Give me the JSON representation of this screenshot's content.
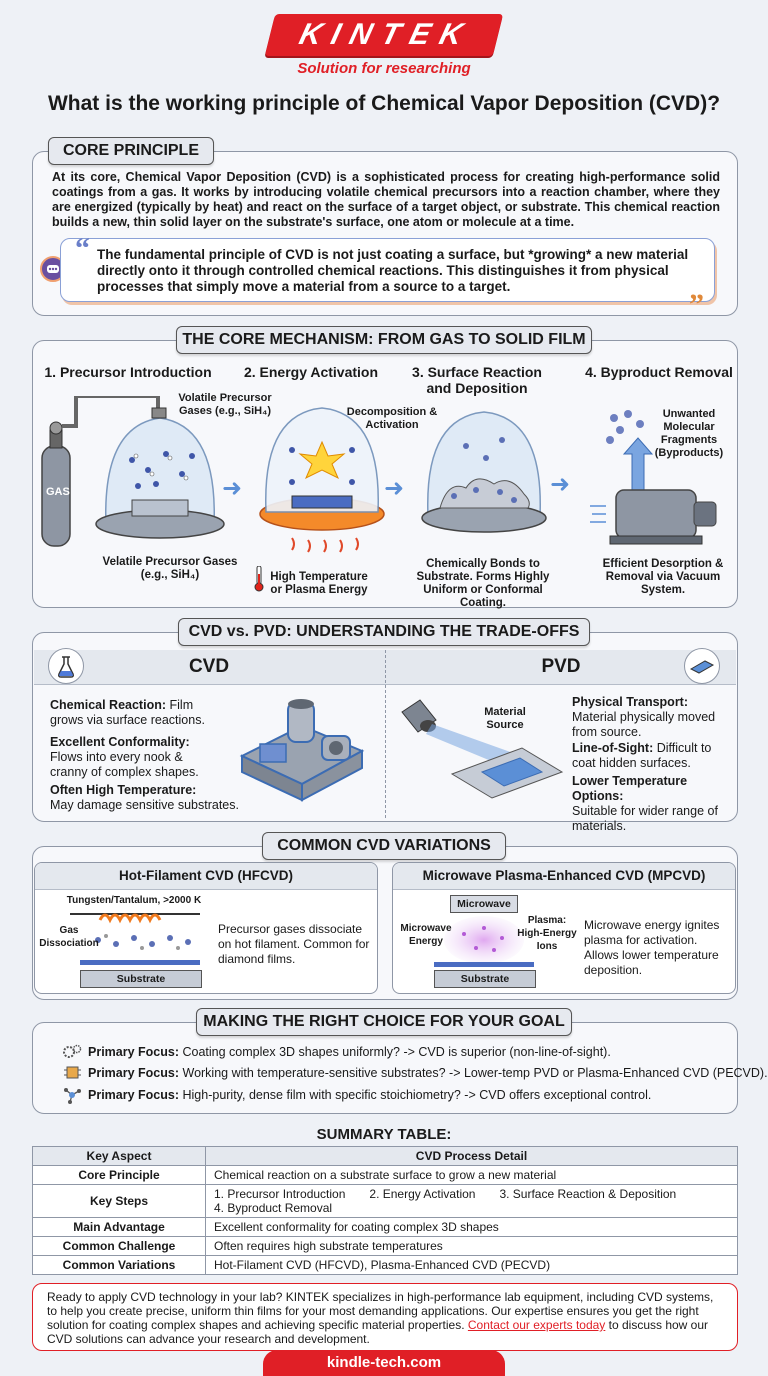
{
  "brand": {
    "name": "KINTEK",
    "tagline": "Solution for researching"
  },
  "title": "What is the working principle of Chemical Vapor Deposition (CVD)?",
  "core": {
    "heading": "CORE PRINCIPLE",
    "body": "At its core, Chemical Vapor Deposition (CVD) is a sophisticated process for creating high-performance solid coatings from a gas. It works by introducing volatile chemical precursors into a reaction chamber, where they are energized (typically by heat) and react on the surface of a target object, or substrate. This chemical reaction builds a new, thin solid layer on the substrate's surface, one atom or molecule at a time.",
    "quote": "The fundamental principle of CVD is not just coating a surface, but *growing* a new material directly onto it through controlled chemical reactions. This distinguishes it from physical processes that simply move a material from a source to a target.",
    "quote_open": "“",
    "quote_close": "”"
  },
  "mechanism": {
    "heading": "THE CORE MECHANISM: FROM GAS TO SOLID FILM",
    "steps": [
      {
        "title": "1. Precursor Introduction",
        "top_label": "Volatile Precursor Gases (e.g., SiH₄)",
        "caption": "Velatile Precursor Gases (e.g., SiH₄)"
      },
      {
        "title": "2. Energy Activation",
        "top_label": "Decomposition & Activation",
        "caption": "High Temperature or Plasma Energy"
      },
      {
        "title": "3. Surface Reaction and Deposition",
        "caption": "Chemically Bonds to Substrate. Forms Highly Uniform or Conformal Coating."
      },
      {
        "title": "4. Byproduct Removal",
        "top_label": "Unwanted Molecular Fragments (Byproducts)",
        "caption": "Efficient Desorption & Removal via Vacuum System."
      }
    ],
    "gas_label": "GAS"
  },
  "versus": {
    "heading": "CVD vs. PVD: UNDERSTANDING THE TRADE-OFFS",
    "cvd": {
      "title": "CVD",
      "points": [
        {
          "term": "Chemical Reaction:",
          "desc": "Film grows via surface reactions."
        },
        {
          "term": "Excellent Conformality:",
          "desc": "Flows into every nook & cranny of complex shapes."
        },
        {
          "term": "Often High Temperature:",
          "desc": "May damage sensitive substrates."
        }
      ]
    },
    "pvd": {
      "title": "PVD",
      "source_label": "Material Source",
      "points": [
        {
          "term": "Physical Transport:",
          "desc": "Material physically moved from source."
        },
        {
          "term": "Line-of-Sight:",
          "desc": "Difficult to coat hidden surfaces."
        },
        {
          "term": "Lower Temperature Options:",
          "desc": "Suitable for wider range of materials."
        }
      ]
    }
  },
  "variations": {
    "heading": "COMMON CVD VARIATIONS",
    "hfcvd": {
      "title": "Hot-Filament CVD (HFCVD)",
      "filament_label": "Tungsten/Tantalum, >2000 K",
      "gas_label": "Gas Dissociation",
      "substrate_label": "Substrate",
      "desc": "Precursor gases dissociate on hot filament. Common for diamond films."
    },
    "mpcvd": {
      "title": "Microwave Plasma-Enhanced CVD (MPCVD)",
      "microwave_label": "Microwave",
      "energy_label": "Microwave Energy",
      "plasma_label": "Plasma: High-Energy Ions",
      "substrate_label": "Substrate",
      "desc": "Microwave energy ignites plasma for activation. Allows lower temperature deposition."
    }
  },
  "choice": {
    "heading": "MAKING THE RIGHT CHOICE FOR YOUR GOAL",
    "items": [
      {
        "icon": "gears-icon",
        "term": "Primary Focus:",
        "desc": "Coating complex 3D shapes uniformly? -> CVD is superior (non-line-of-sight)."
      },
      {
        "icon": "chip-icon",
        "term": "Primary Focus:",
        "desc": "Working with temperature-sensitive substrates? -> Lower-temp PVD or Plasma-Enhanced CVD (PECVD)."
      },
      {
        "icon": "molecule-icon",
        "term": "Primary Focus:",
        "desc": "High-purity, dense film with specific stoichiometry? -> CVD offers exceptional control."
      }
    ]
  },
  "summary": {
    "title": "SUMMARY TABLE:",
    "columns": [
      "Key Aspect",
      "CVD Process Detail"
    ],
    "rows": [
      [
        "Core Principle",
        "Chemical reaction on a substrate surface to grow a new material"
      ],
      [
        "Key Steps",
        "1. Precursor Introduction  2. Energy Activation  3. Surface Reaction & Deposition\n4. Byproduct Removal"
      ],
      [
        "Main Advantage",
        "Excellent conformality for coating complex 3D shapes"
      ],
      [
        "Common Challenge",
        "Often requires high substrate temperatures"
      ],
      [
        "Common Variations",
        "Hot-Filament CVD (HFCVD), Plasma-Enhanced CVD (PECVD)"
      ]
    ]
  },
  "cta": {
    "before": "Ready to apply CVD technology in your lab? KINTEK specializes in high-performance lab equipment, including CVD systems, to help you create precise, uniform thin films for your most demanding applications. Our expertise ensures you get the right solution for coating complex shapes and achieving specific material properties. ",
    "link": "Contact our experts today",
    "after": " to discuss how our CVD solutions can advance your research and development."
  },
  "footer": "kindle-tech.com",
  "colors": {
    "brand_red": "#e01f26",
    "panel_border": "#8f97a6",
    "arrow_blue": "#5b8fd6"
  }
}
